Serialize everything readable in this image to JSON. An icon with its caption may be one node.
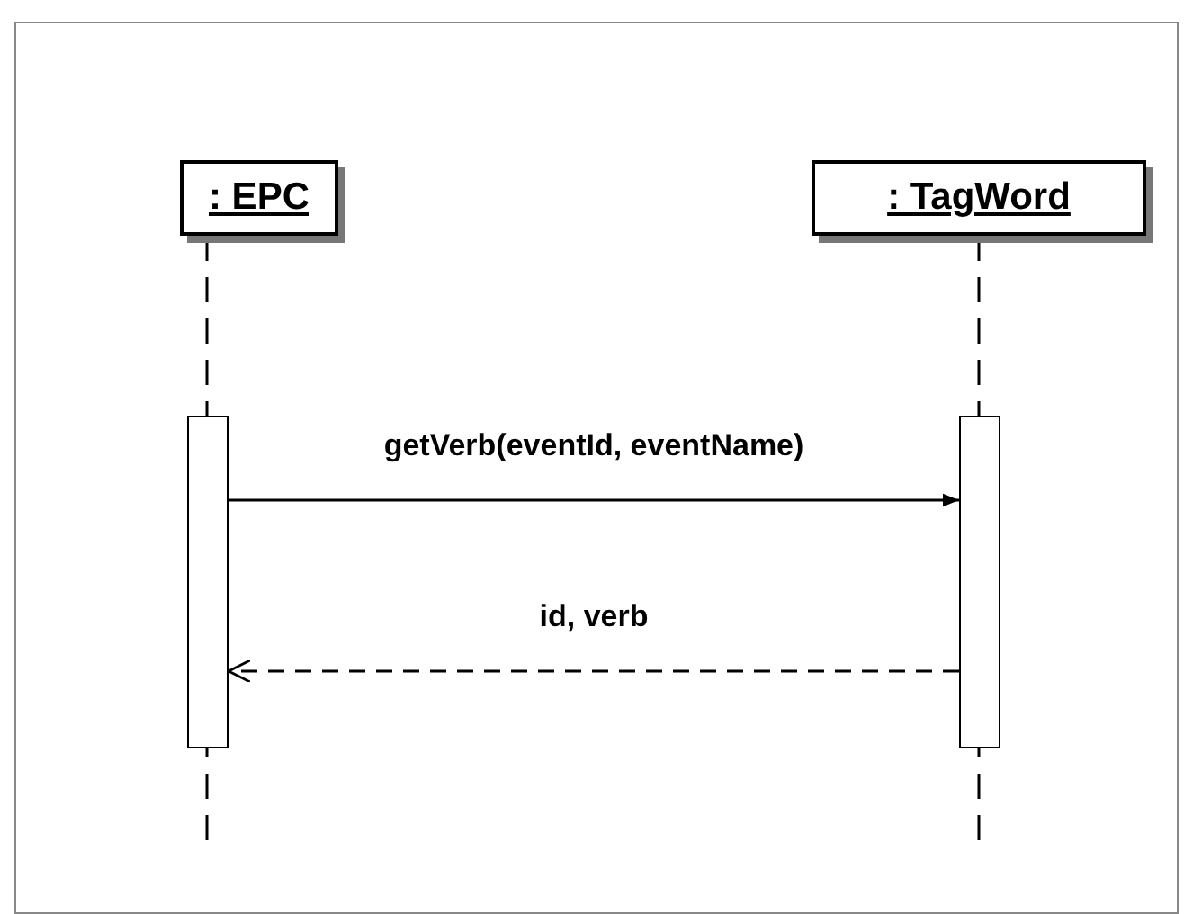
{
  "diagram": {
    "nodes": [
      {
        "text": [
          ": EPC"
        ]
      },
      {
        "text": [
          ": TagWord"
        ]
      },
      {
        "text": [],
        "shape": "bar"
      },
      {
        "text": [],
        "shape": "bar"
      }
    ],
    "edges": [
      {
        "from": 2,
        "to": 3,
        "arrow": "to",
        "label": "getVerb(eventId, eventName)"
      },
      {
        "from": 3,
        "to": 2,
        "arrow": "to",
        "label": "id, verb",
        "style": "dashed"
      }
    ]
  }
}
